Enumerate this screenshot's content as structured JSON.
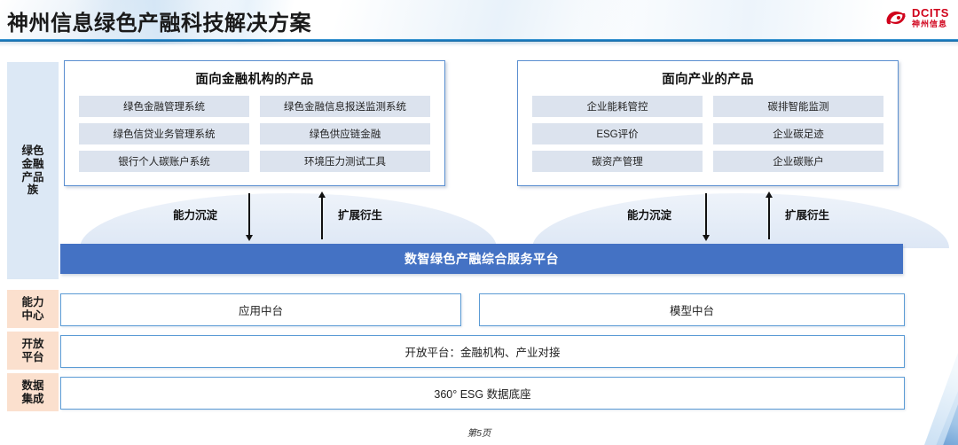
{
  "header": {
    "title": "神州信息绿色产融科技解决方案",
    "logo": {
      "en": "DCITS",
      "cn": "神州信息",
      "icon": "dcits-swirl-logo"
    }
  },
  "sidebar": {
    "items": [
      {
        "key": "product-family",
        "label": "绿色\n金融\n产品\n族",
        "color": "#dce8f5"
      },
      {
        "key": "capability-center",
        "label": "能力\n中心",
        "color": "#fbe0ce"
      },
      {
        "key": "open-platform",
        "label": "开放\n平台",
        "color": "#fbe0ce"
      },
      {
        "key": "data-integration",
        "label": "数据\n集成",
        "color": "#fbe0ce"
      }
    ]
  },
  "panels": [
    {
      "key": "financial-institution",
      "title": "面向金融机构的产品",
      "items": [
        "绿色金融管理系统",
        "绿色金融信息报送监测系统",
        "绿色信贷业务管理系统",
        "绿色供应链金融",
        "银行个人碳账户系统",
        "环境压力测试工具"
      ]
    },
    {
      "key": "industry",
      "title": "面向产业的产品",
      "items": [
        "企业能耗管控",
        "碳排智能监测",
        "ESG评价",
        "企业碳足迹",
        "碳资产管理",
        "企业碳账户"
      ]
    }
  ],
  "flows": [
    {
      "key": "left",
      "down_label": "能力沉淀",
      "up_label": "扩展衍生"
    },
    {
      "key": "right",
      "down_label": "能力沉淀",
      "up_label": "扩展衍生"
    }
  ],
  "platform": {
    "label": "数智绿色产融综合服务平台",
    "color": "#4472c4"
  },
  "rows": {
    "capability": [
      "应用中台",
      "模型中台"
    ],
    "open_platform": "开放平台：金融机构、产业对接",
    "data": "360° ESG 数据底座"
  },
  "footer": {
    "page": "第5页"
  },
  "colors": {
    "accent_blue": "#4472c4",
    "border_blue": "#5b9bd5",
    "panel_border": "#5b8fd0",
    "item_fill": "#dce3ee",
    "sidebar_blue": "#dce8f5",
    "sidebar_peach": "#fbe0ce",
    "rule_blue": "#1477bd",
    "logo_red": "#d0021b"
  }
}
